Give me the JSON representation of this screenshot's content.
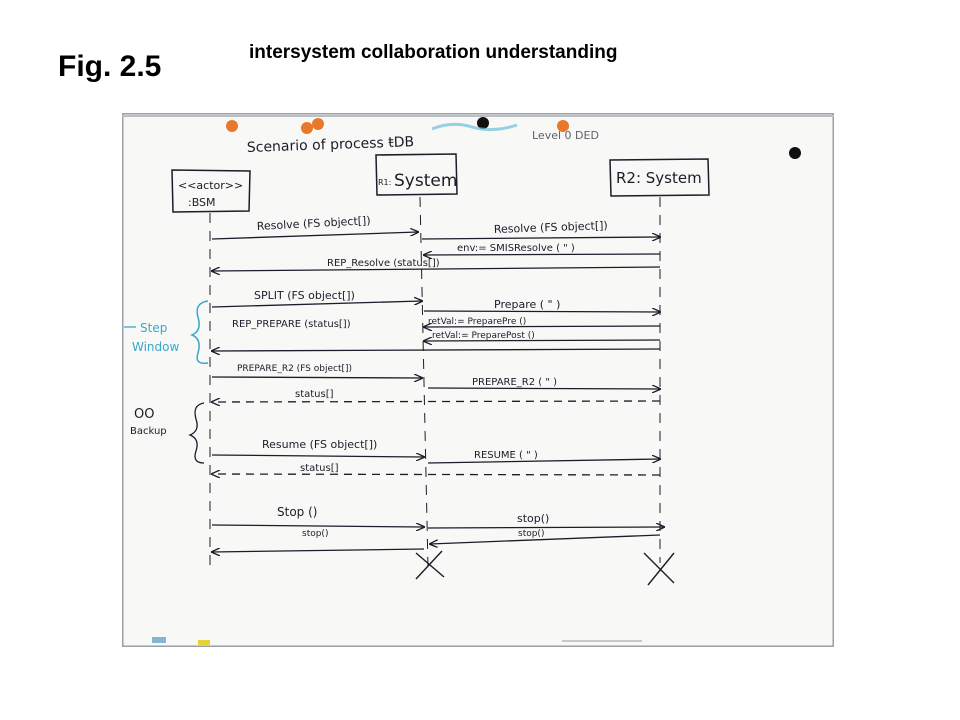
{
  "header": {
    "figure_label": "Fig. 2.5",
    "caption": "intersystem collaboration understanding"
  },
  "whiteboard": {
    "title": "Scenario of process ŧDB",
    "level_note": "Level 0 DED",
    "lifelines": {
      "actor_line1": "<<actor>>",
      "actor_line2": ":BSM",
      "r1_prefix": "R1:",
      "r1_name": "System",
      "r2_name": "R2: System"
    },
    "messages": {
      "resolve": "Resolve (FS object[])",
      "resolve_r2": "Resolve (FS object[])",
      "env_resolve": "env:= SMISResolve ( \" )",
      "rep_resolve": "REP_Resolve (status[])",
      "split": "SPLIT (FS object[])",
      "prepare": "Prepare ( \" )",
      "rep_prepare": "REP_PREPARE (status[])",
      "prepare_pre": "retVal:= PreparePre ()",
      "prepare_post": "retVal:= PreparePost ()",
      "prepare_r2": "PREPARE_R2 (FS object[])",
      "prepare_r2_sys": "PREPARE_R2 ( \" )",
      "status_1": "status[]",
      "resume": "Resume (FS object[])",
      "resume_r2": "RESUME ( \" )",
      "status_2": "status[]",
      "stop": "Stop ()",
      "stop_reply": "stop()",
      "stop_r2": "stop()",
      "stop_r2_reply": "stop()"
    },
    "side_notes": {
      "step_line1": "Step",
      "step_line2": "Window",
      "backup_symbol": "OO",
      "backup_label": "Backup"
    }
  }
}
